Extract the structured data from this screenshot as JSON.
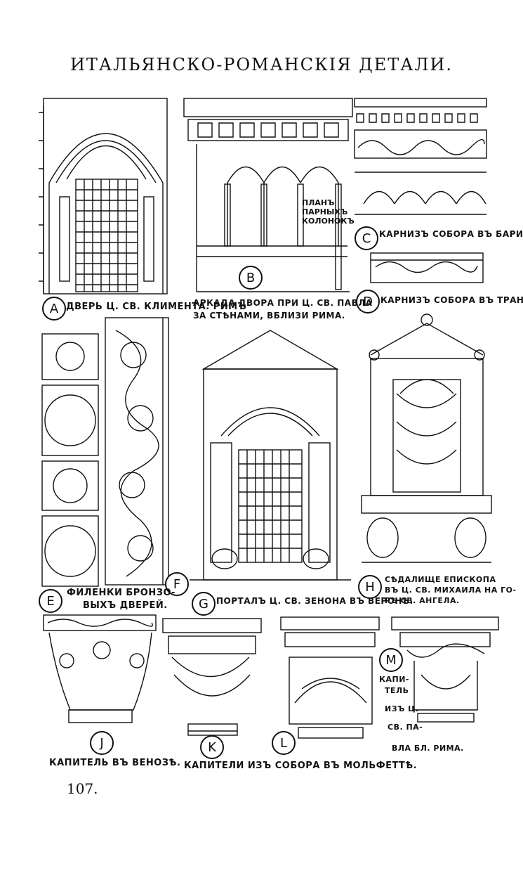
{
  "page": {
    "title": "ИТАЛЬЯНСКО-РОМАНСКІЯ ДЕТАЛИ.",
    "page_number": "107."
  },
  "figures": [
    {
      "key": "A",
      "letter": "A",
      "caption": "ДВЕРЬ Ц. СВ. КЛИМЕНТА. РИМЪ"
    },
    {
      "key": "B",
      "letter": "B",
      "caption_line1": "АРКАДА ДВОРА ПРИ Ц. СВ. ПАВЛА",
      "caption_line2": "ЗА СТѢНАМИ, ВБЛИЗИ РИМА.",
      "inset_label": "ПЛАНЪ ПАРНЫХЪ КОЛОНОКЪ"
    },
    {
      "key": "C1",
      "letter": "C",
      "caption": "КАРНИЗЪ СОБОРА ВЪ БАРИ."
    },
    {
      "key": "D",
      "letter": "D",
      "caption": "КАРНИЗЪ СОБОРА ВЪ ТРАНИ."
    },
    {
      "key": "E",
      "letter": "E",
      "caption_line1": "ФИЛЕНКИ БРОНЗО-",
      "caption_line2": "ВЫХЪ ДВЕРЕЙ."
    },
    {
      "key": "F",
      "letter": "F"
    },
    {
      "key": "G",
      "letter": "G",
      "caption": "ПОРТАЛЪ Ц. СВ. ЗЕНОНА ВЪ ВЕРОНѢ."
    },
    {
      "key": "H",
      "letter": "H",
      "caption_line1": "СѢДАЛИЩЕ ЕПИСКОПА",
      "caption_line2": "ВЪ Ц. СВ. МИХАИЛА НА ГО-",
      "caption_line3": "РѢ СВ. АНГЕЛА."
    },
    {
      "key": "J",
      "letter": "J",
      "caption": "КАПИТЕЛЬ ВЪ ВЕНОЗѢ."
    },
    {
      "key": "K",
      "letter": "K",
      "caption": "КАПИТЕЛИ ИЗЪ СОБОРА ВЪ МОЛЬФЕТТѢ."
    },
    {
      "key": "L",
      "letter": "L"
    },
    {
      "key": "M",
      "letter": "M",
      "caption_lines": [
        "КАПИ-",
        "ТЕЛЬ",
        "ИЗЪ Ц.",
        "СВ. ПА-",
        "ВЛА БЛ. РИМА."
      ]
    }
  ]
}
